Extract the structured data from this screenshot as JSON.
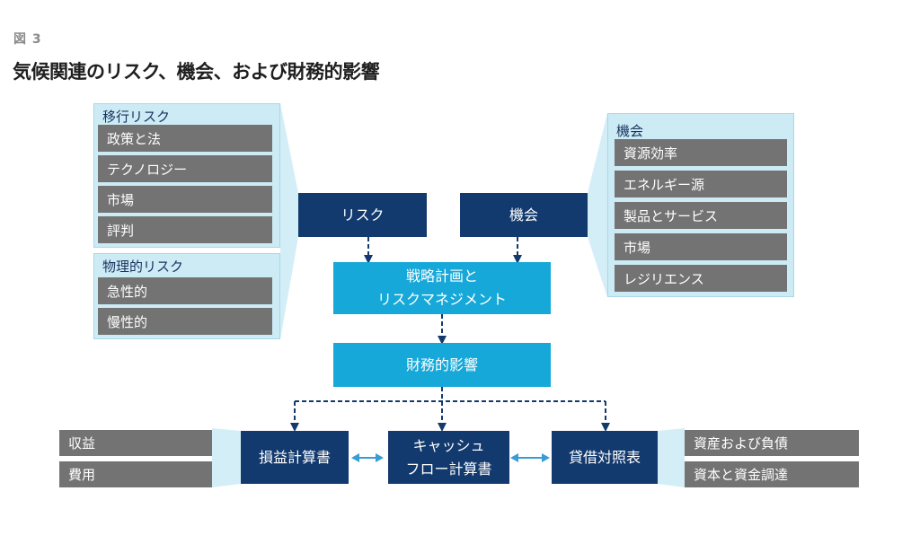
{
  "figure_label": "図 3",
  "title": "気候関連のリスク、機会、および財務的影響",
  "transition_risk": {
    "label": "移行リスク",
    "items": [
      "政策と法",
      "テクノロジー",
      "市場",
      "評判"
    ]
  },
  "physical_risk": {
    "label": "物理的リスク",
    "items": [
      "急性的",
      "慢性的"
    ]
  },
  "opportunities": {
    "label": "機会",
    "items": [
      "資源効率",
      "エネルギー源",
      "製品とサービス",
      "市場",
      "レジリエンス"
    ]
  },
  "nodes": {
    "risk": "リスク",
    "opportunity": "機会",
    "strategy_line1": "戦略計画と",
    "strategy_line2": "リスクマネジメント",
    "financial_impact": "財務的影響",
    "income_statement": "損益計算書",
    "cashflow_line1": "キャッシュ",
    "cashflow_line2": "フロー計算書",
    "balance_sheet": "貸借対照表"
  },
  "income_items": [
    "収益",
    "費用"
  ],
  "balance_items": [
    "資産および負債",
    "資本と資金調達"
  ]
}
